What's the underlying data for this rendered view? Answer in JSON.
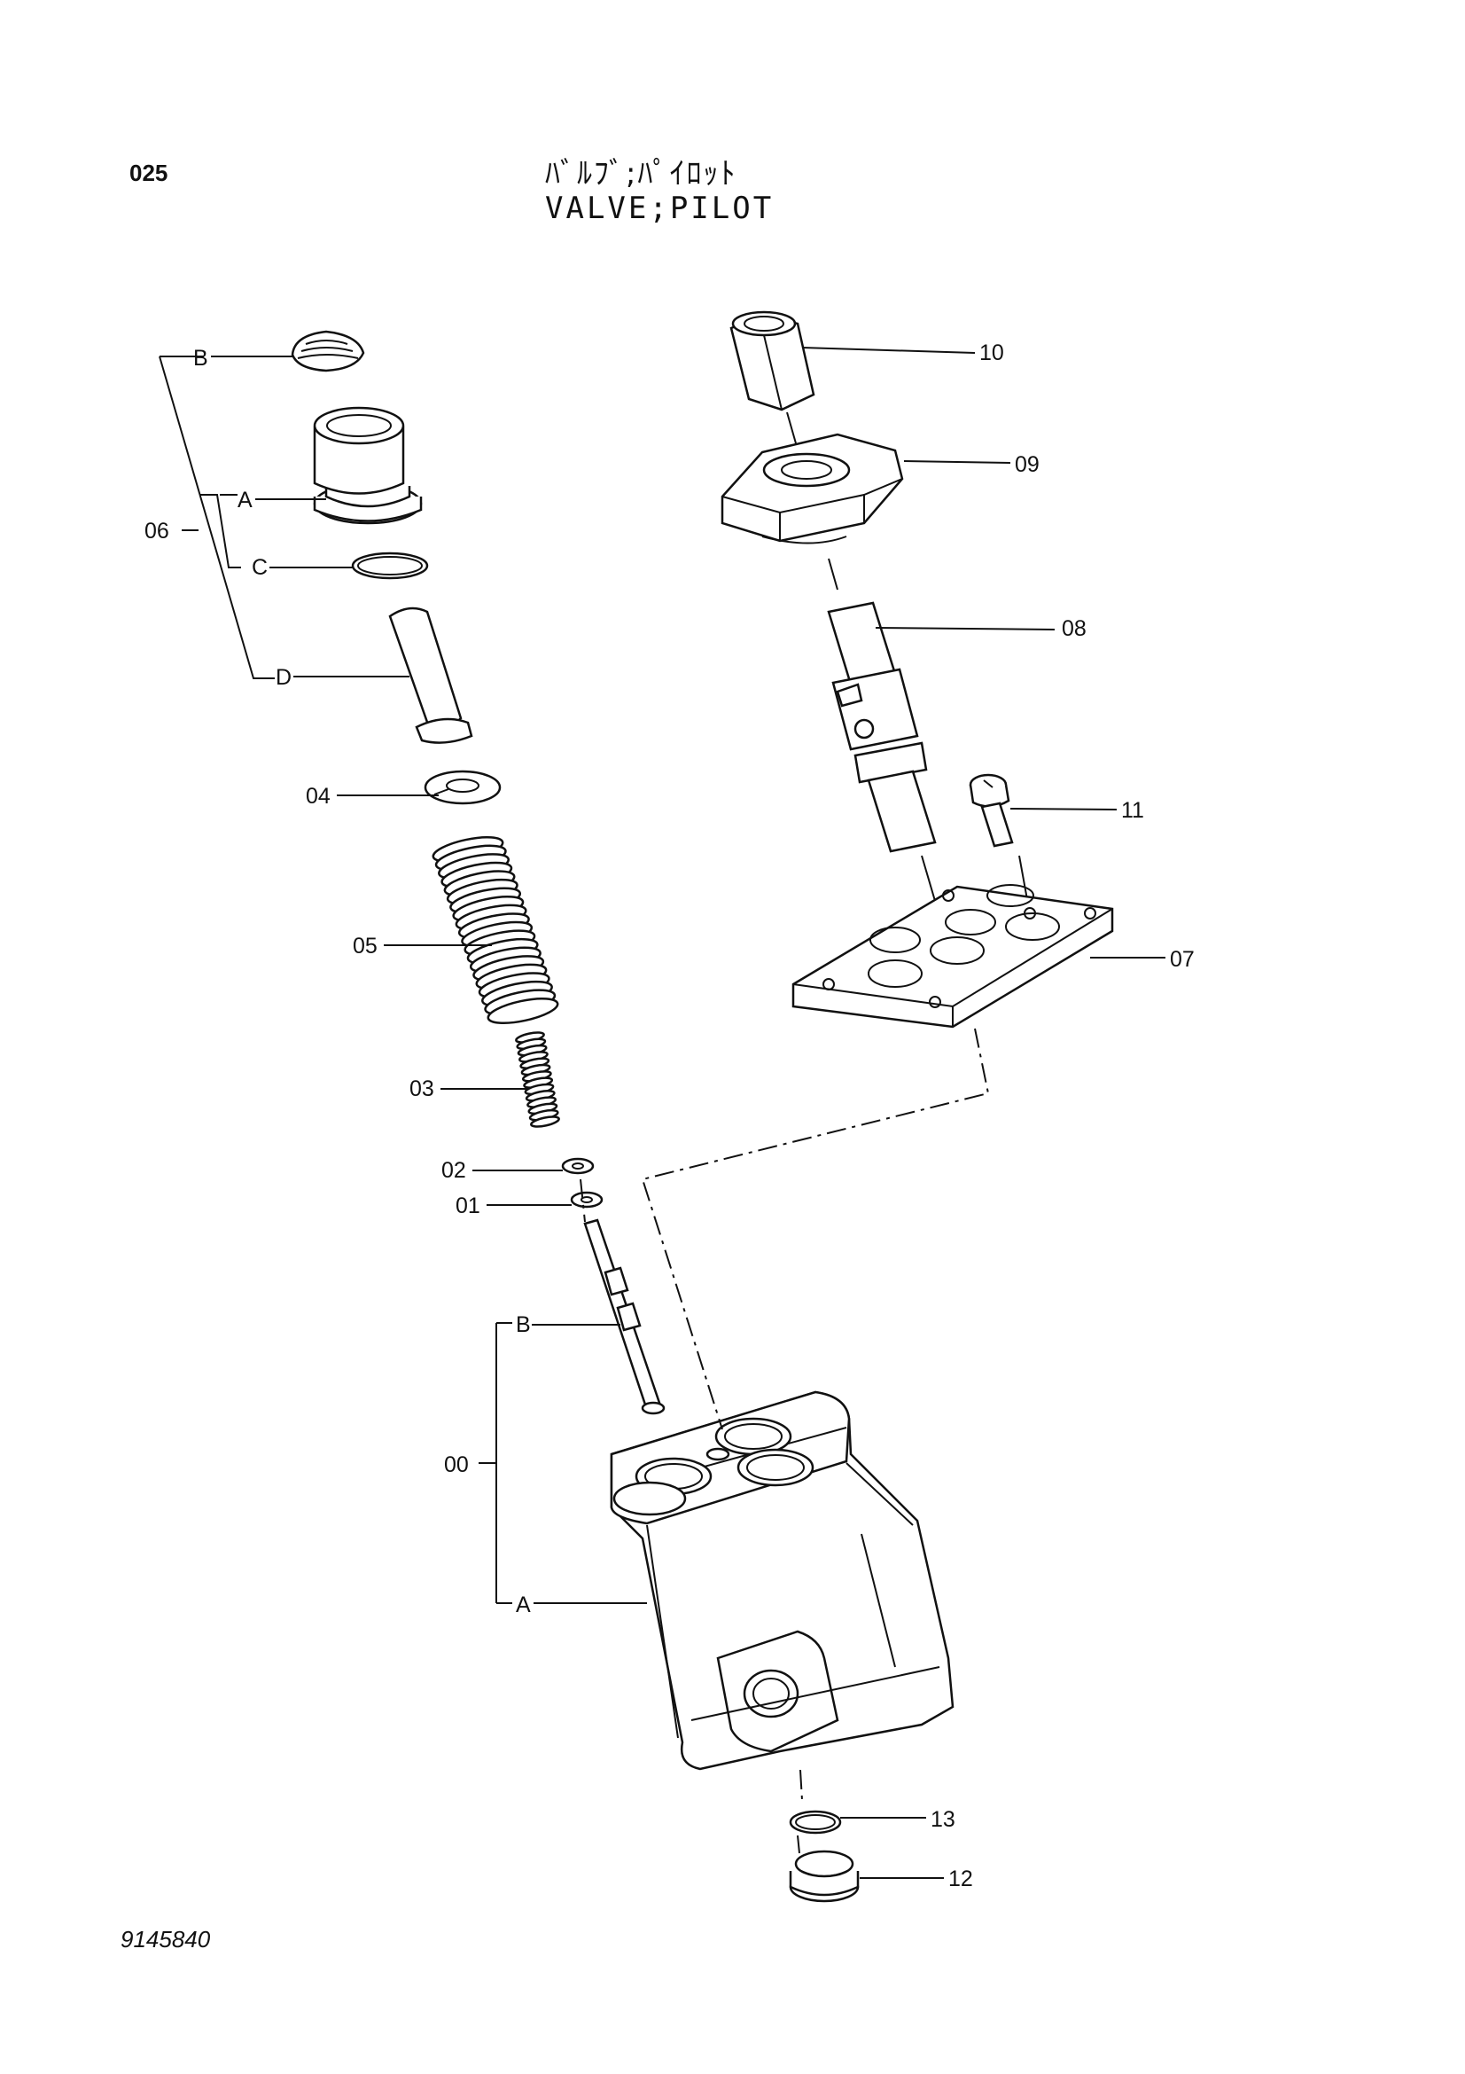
{
  "header": {
    "page_number": "025",
    "title_jp": "ﾊﾞﾙﾌﾞ;ﾊﾟｲﾛｯﾄ",
    "title_en": "VALVE;PILOT"
  },
  "footer": {
    "document_number": "9145840"
  },
  "callouts": {
    "p10": "10",
    "p09": "09",
    "p08": "08",
    "p11": "11",
    "p07": "07",
    "p06": "06",
    "p06_B": "B",
    "p06_A": "A",
    "p06_C": "C",
    "p06_D": "D",
    "p04": "04",
    "p05": "05",
    "p03": "03",
    "p02": "02",
    "p01": "01",
    "p00": "00",
    "p00_B": "B",
    "p00_A": "A",
    "p13": "13",
    "p12": "12"
  }
}
